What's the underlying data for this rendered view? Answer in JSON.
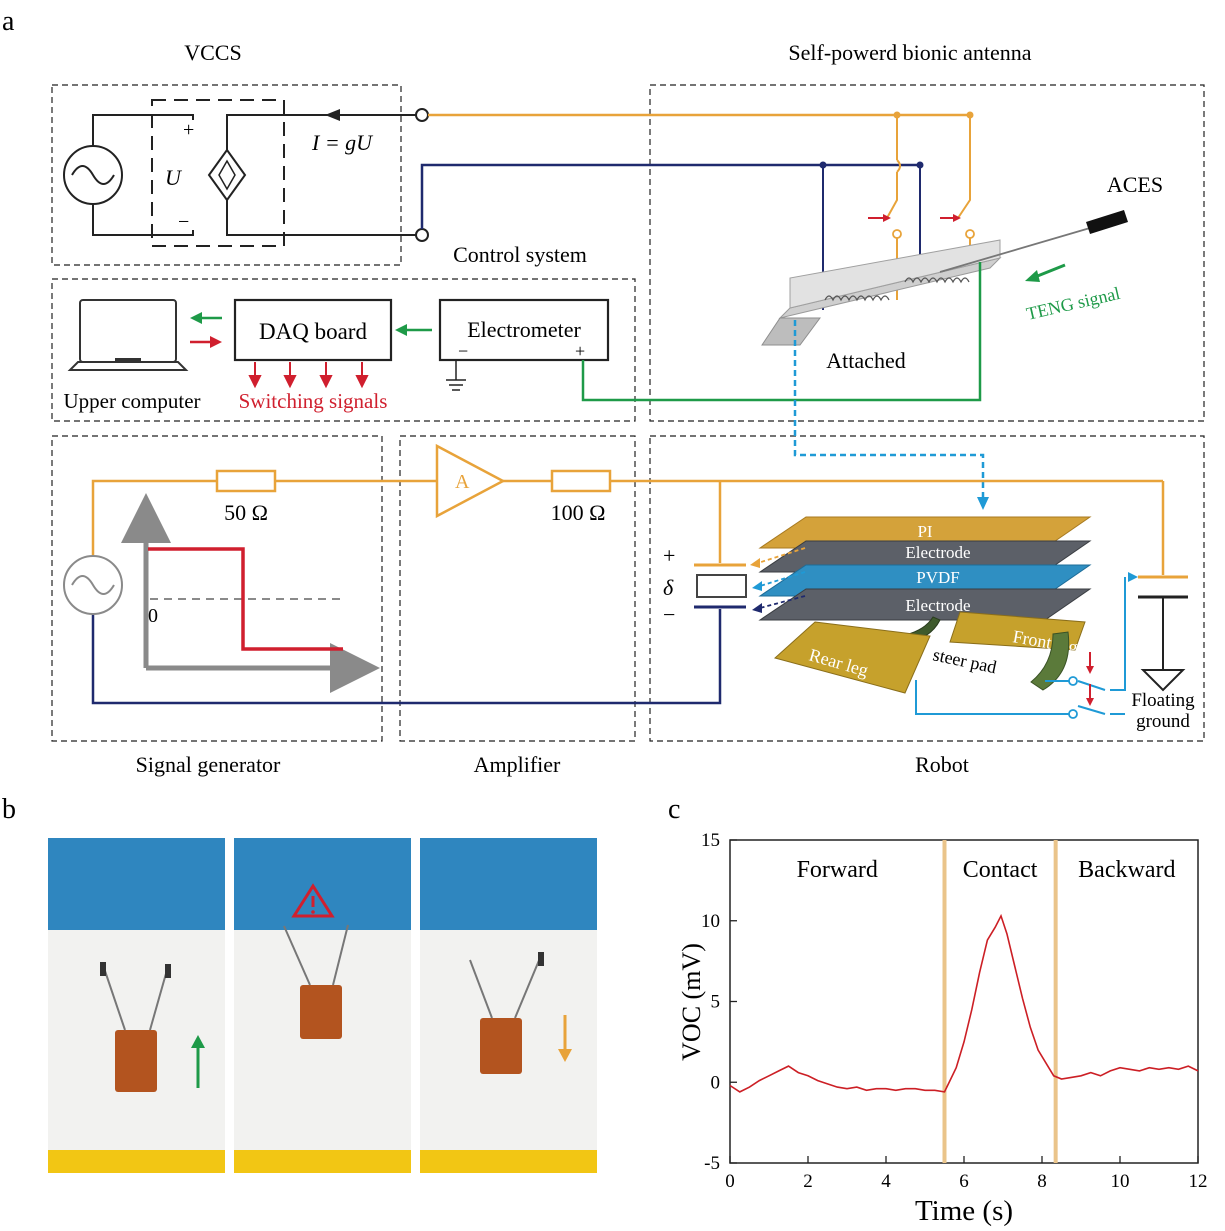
{
  "panel_a": {
    "label": "a",
    "vccs": {
      "title": "VCCS",
      "plus": "+",
      "minus": "−",
      "u": "U",
      "current": "I = gU"
    },
    "antenna": {
      "title": "Self-powerd bionic antenna",
      "aces": "ACES",
      "teng": "TENG signal",
      "attached": "Attached"
    },
    "control": {
      "title": "Control system",
      "daq": "DAQ board",
      "electrometer": "Electrometer",
      "minus": "−",
      "plus": "+",
      "upper_computer": "Upper computer",
      "switching": "Switching signals"
    },
    "signal_generator": {
      "title": "Signal generator",
      "r1": "50 Ω",
      "zero": "0"
    },
    "amplifier": {
      "title": "Amplifier",
      "a": "A",
      "r2": "100 Ω"
    },
    "robot": {
      "title": "Robot",
      "plus": "+",
      "delta": "δ",
      "minus": "−",
      "pi": "PI",
      "electrode1": "Electrode",
      "pvdf": "PVDF",
      "electrode2": "Electrode",
      "front_leg": "Front leg",
      "rear_leg": "Rear leg",
      "steer_pad": "steer pad",
      "floating1": "Floating",
      "floating2": "ground"
    }
  },
  "panel_b": {
    "label": "b"
  },
  "panel_c": {
    "label": "c"
  },
  "colors": {
    "orange": "#e8a33a",
    "navy": "#1f2a6e",
    "green": "#1e9a48",
    "red": "#d01f2e",
    "cyan": "#1f9ad6",
    "grey": "#8a8a8a"
  },
  "chart_data": {
    "type": "line",
    "xlabel": "Time (s)",
    "ylabel": "VOC (mV)",
    "xlim": [
      0,
      12
    ],
    "ylim": [
      -5,
      15
    ],
    "xticks": [
      0,
      2,
      4,
      6,
      8,
      10,
      12
    ],
    "yticks": [
      -5,
      0,
      5,
      10,
      15
    ],
    "regions": [
      {
        "label": "Forward",
        "x0": 0,
        "x1": 5.5
      },
      {
        "label": "Contact",
        "x0": 5.5,
        "x1": 8.35
      },
      {
        "label": "Backward",
        "x0": 8.35,
        "x1": 12
      }
    ],
    "boundaries": [
      5.5,
      8.35
    ],
    "series": [
      {
        "x": [
          0,
          0.25,
          0.5,
          0.75,
          1,
          1.25,
          1.5,
          1.75,
          2,
          2.25,
          2.5,
          2.75,
          3,
          3.25,
          3.5,
          3.75,
          4,
          4.25,
          4.5,
          4.75,
          5,
          5.25,
          5.5,
          5.6,
          5.8,
          6,
          6.2,
          6.4,
          6.6,
          6.8,
          6.95,
          7.1,
          7.3,
          7.5,
          7.7,
          7.9,
          8.1,
          8.3,
          8.5,
          8.75,
          9,
          9.25,
          9.5,
          9.75,
          10,
          10.25,
          10.5,
          10.75,
          11,
          11.25,
          11.5,
          11.75,
          12
        ],
        "y": [
          -0.2,
          -0.6,
          -0.3,
          0.1,
          0.4,
          0.7,
          1.0,
          0.6,
          0.4,
          0.1,
          -0.1,
          -0.3,
          -0.4,
          -0.3,
          -0.5,
          -0.4,
          -0.4,
          -0.5,
          -0.4,
          -0.4,
          -0.5,
          -0.5,
          -0.6,
          -0.1,
          0.9,
          2.5,
          4.5,
          6.8,
          8.8,
          9.6,
          10.3,
          9.2,
          7.2,
          5.2,
          3.4,
          2.0,
          1.2,
          0.4,
          0.2,
          0.3,
          0.4,
          0.6,
          0.4,
          0.7,
          0.9,
          0.8,
          0.7,
          0.9,
          0.8,
          0.9,
          0.8,
          1.0,
          0.7
        ]
      }
    ]
  }
}
